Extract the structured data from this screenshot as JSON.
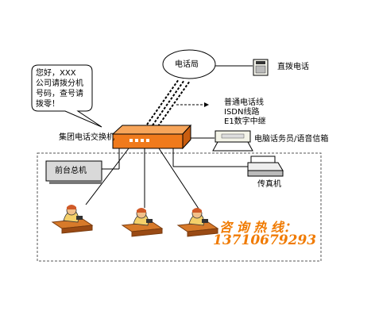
{
  "bubble": {
    "lines": [
      "您好，XXX",
      "公司请拨分机",
      "号码，查号请",
      "拨零！"
    ]
  },
  "central_office": {
    "label": "电话局"
  },
  "direct_phone": {
    "label": "直拨电话",
    "icon": "telephone-icon"
  },
  "trunk_types": {
    "lines": [
      "普通电话线",
      "ISDN线路",
      "E1数字中继"
    ]
  },
  "pbx": {
    "label": "集团电话交换机",
    "color": "#f07a1c"
  },
  "voice_mail": {
    "label": "电脑话务员/语音信箱",
    "icon": "computer-icon"
  },
  "operator": {
    "label": "前台总机",
    "icon": "phone-console-icon"
  },
  "fax": {
    "label": "传真机",
    "icon": "fax-machine-icon"
  },
  "hotline": {
    "label": "咨 询 热 线：",
    "number": "13710679293",
    "color": "#f07a00"
  },
  "staff": {
    "icon": "person-on-phone-icon",
    "count": 3
  }
}
